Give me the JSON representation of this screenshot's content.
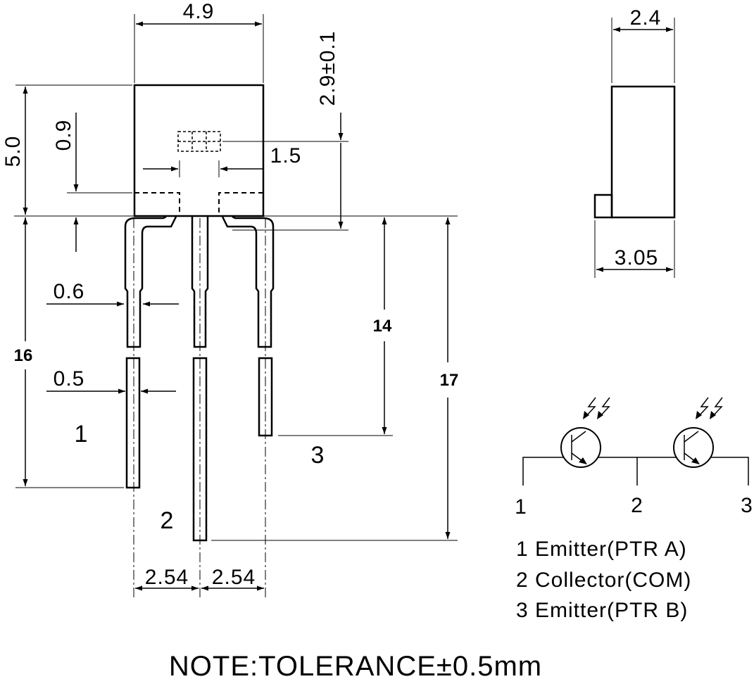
{
  "dimensions": {
    "body_width": "4.9",
    "body_height": "5.0",
    "lens_offset": "0.9",
    "lens_height": "2.9±0.1",
    "lens_width": "1.5",
    "lead_width_upper": "0.6",
    "lead_width_lower": "0.5",
    "lead_length_16": "16",
    "lead_length_14": "14",
    "lead_length_17": "17",
    "pitch_left": "2.54",
    "pitch_right": "2.54",
    "side_depth": "2.4",
    "side_total": "3.05"
  },
  "pin_labels": {
    "p1": "1",
    "p2": "2",
    "p3": "3"
  },
  "schematic": {
    "label_1": "1",
    "label_2": "2",
    "label_3": "3"
  },
  "legend": [
    "1 Emitter(PTR A)",
    "2 Collector(COM)",
    "3 Emitter(PTR B)"
  ],
  "note": "NOTE:TOLERANCE±0.5mm"
}
